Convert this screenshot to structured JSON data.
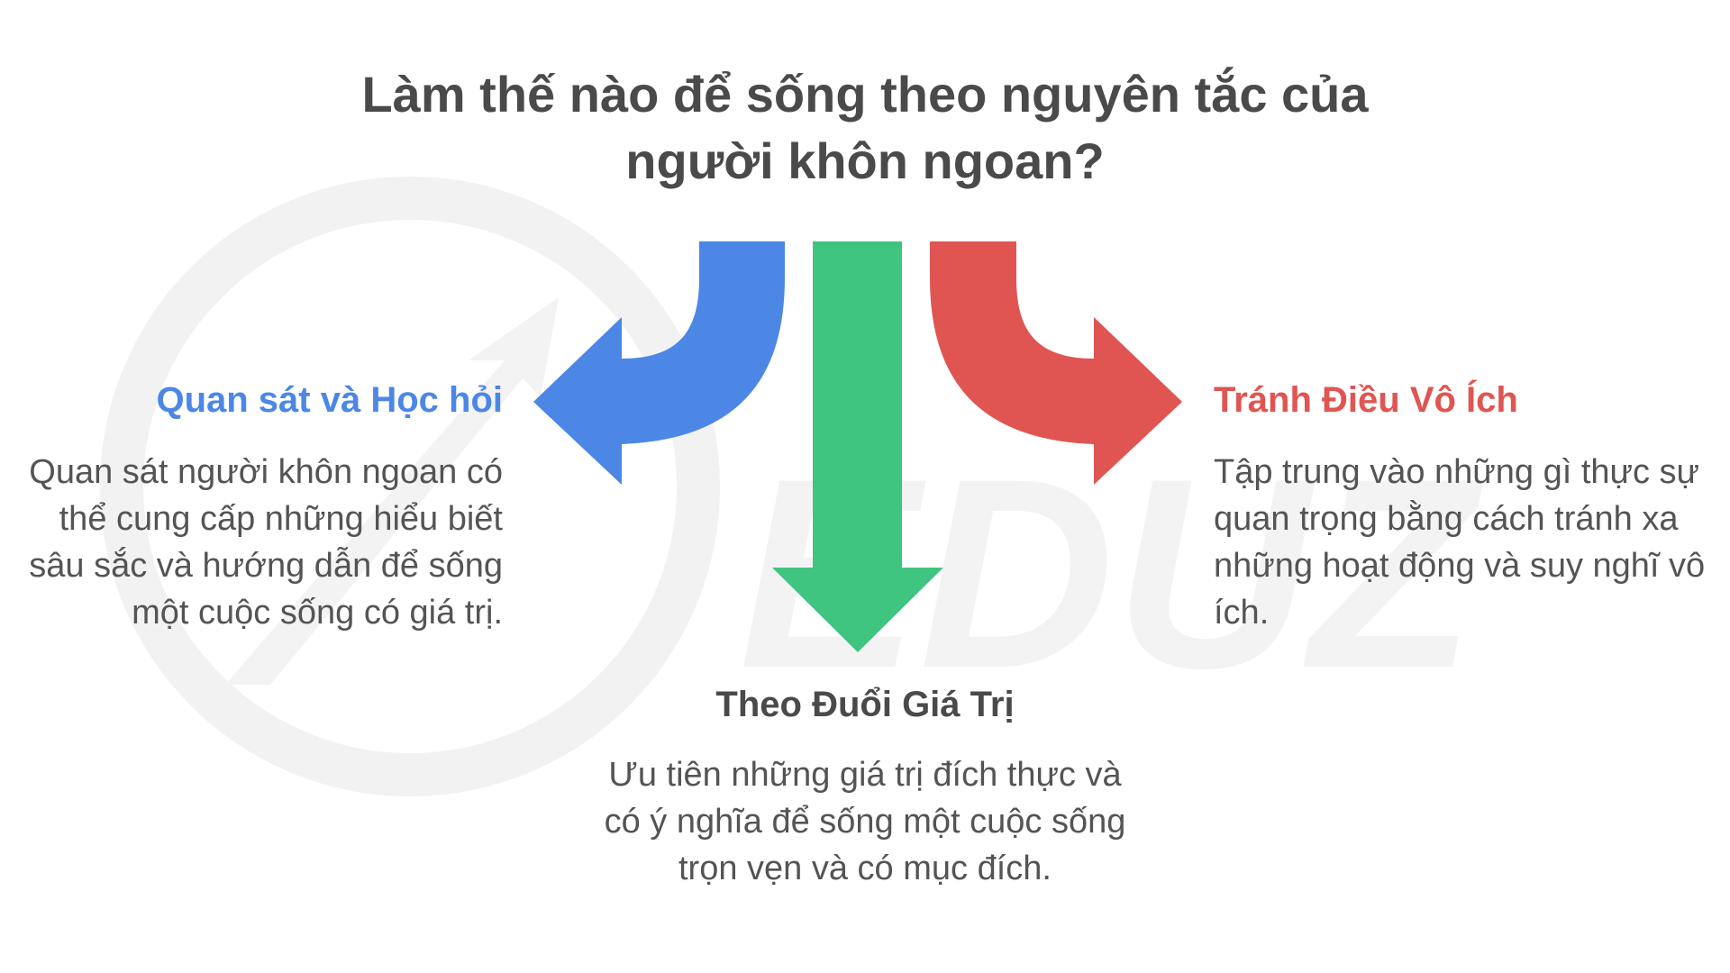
{
  "title": "Làm thế nào để sống theo nguyên tắc của người khôn ngoan?",
  "branches": [
    {
      "heading": "Quan sát và Học hỏi",
      "text": "Quan sát người khôn ngoan có thể cung cấp những hiểu biết sâu sắc và hướng dẫn để sống một cuộc sống có giá trị.",
      "color": "#4c87e6",
      "direction": "left"
    },
    {
      "heading": "Theo Đuổi Giá Trị",
      "text": "Ưu tiên những giá trị đích thực và có ý nghĩa để sống một cuộc sống trọn vẹn và có mục đích.",
      "color": "#3fc580",
      "direction": "down"
    },
    {
      "heading": "Tránh Điều Vô Ích",
      "text": "Tập trung vào những gì thực sự quan trọng bằng cách tránh xa những hoạt động và suy nghĩ vô ích.",
      "color": "#e05552",
      "direction": "right"
    }
  ],
  "watermark": {
    "text": "EDUZ"
  },
  "colors": {
    "blue": "#4c87e6",
    "green": "#3fc580",
    "red": "#e05552",
    "heading_dark": "#4a4a4a",
    "body_text": "#545454",
    "watermark": "#f1f1f1"
  }
}
